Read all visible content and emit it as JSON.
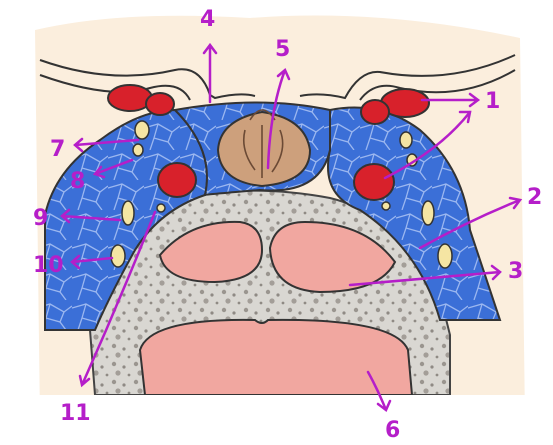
{
  "diagram": {
    "labels": {
      "l1": "1",
      "l2": "2",
      "l3": "3",
      "l4": "4",
      "l5": "5",
      "l6": "6",
      "l7": "7",
      "l8": "8",
      "l9": "9",
      "l10": "10",
      "l11": "11"
    },
    "colors": {
      "background": "#fbeedd",
      "bone_gray": "#d9d7d2",
      "blue_sinus": "#3b6fd7",
      "blue_lines": "#9bb7f0",
      "artery_red": "#d8212b",
      "pink_organ": "#f1a7a0",
      "pituitary_brown": "#cda07c",
      "nerve_yellow": "#f5e5a3",
      "label_purple": "#b51ec9"
    }
  }
}
